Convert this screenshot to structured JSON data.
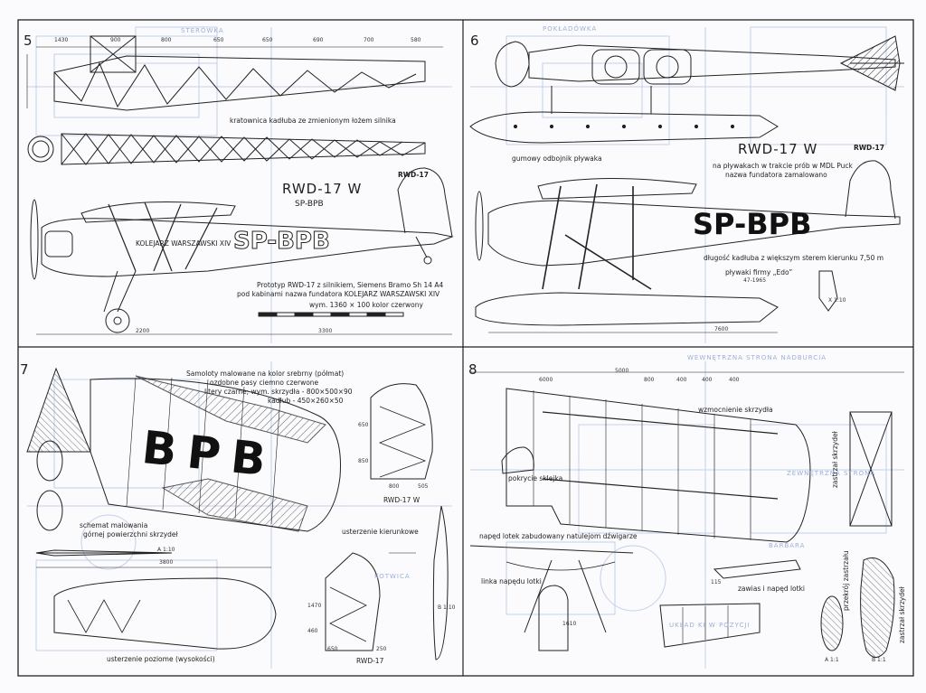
{
  "colors": {
    "ink": "#1e1e1e",
    "blueprint": "#9ab0d8",
    "paper": "#fbfbfd",
    "frame": "#222222"
  },
  "panels": {
    "p5": {
      "number": "5",
      "caption_fuselage": "kratownica kadłuba ze zmienionym łożem silnika",
      "title": "RWD-17 W",
      "subtitle": "SP-BPB",
      "tail_tag": "RWD-17",
      "fuselage_name": "KOLEJARZ WARSZAWSKI XIV",
      "reg_large": "SP-BPB",
      "desc_1": "Prototyp RWD-17 z silnikiem, Siemens Bramo Sh 14 A4",
      "desc_2": "pod kabinami nazwa fundatora KOLEJARZ WARSZAWSKI XIV",
      "desc_3": "wym. 1360 × 100 kolor czerwony",
      "dims_top": [
        "1430",
        "900",
        "800",
        "650",
        "650",
        "690",
        "700",
        "580"
      ],
      "dims_bottom": [
        "2200",
        "3300"
      ]
    },
    "p6": {
      "number": "6",
      "caption_float": "gumowy odbojnik pływaka",
      "title": "RWD-17 W",
      "tail_tag": "RWD-17",
      "desc_1": "na pływakach w trakcie prób w MDL Puck",
      "desc_2": "nazwa fundatora zamalowano",
      "reg_large": "SP-BPB",
      "desc_3": "długość kadłuba z większym sterem kierunku 7,50 m",
      "desc_4": "pływaki firmy „Edo”",
      "desc_5": "47-1965",
      "section": "X 1:10",
      "dim_bottom": "7600"
    },
    "p7": {
      "number": "7",
      "paint_1": "Samoloty malowane na kolor srebrny (półmat)",
      "paint_2": "ozdobne pasy ciemno czerwone",
      "paint_3": "litery czarne; wym. skrzydła - 800×500×90",
      "paint_4": "kadłub - 450×260×50",
      "wing_reg": "BPB",
      "caption_scheme_1": "schemat malowania",
      "caption_scheme_2": "górnej powierzchni skrzydeł",
      "section_a": "A 1:10",
      "dim_span": "3800",
      "label_tail": "RWD-17 W",
      "label_rudder": "usterzenie kierunkowe",
      "label_stab": "usterzenie poziome (wysokości)",
      "label_rudder2": "RWD-17",
      "section_b": "B 1:10",
      "dims_tail": [
        "650",
        "800",
        "850",
        "505"
      ],
      "dims_rudder": [
        "650",
        "250",
        "1470",
        "460"
      ]
    },
    "p8": {
      "number": "8",
      "label_spars": "wzmocnienie skrzydła",
      "label_cover": "pokrycie sklejka",
      "label_aileron": "napęd lotek zabudowany natulejom dźwigarze",
      "label_cable": "linka napędu lotki",
      "label_hinge": "zawias i napęd lotki",
      "label_strut": "zastrzał skrzydeł",
      "label_profile": "przekrój zastrzału",
      "label_strut2": "zastrzał skrzydeł",
      "section_a": "A 1:1",
      "section_b": "B 1:1",
      "dim_x": "1610",
      "dim_115": "115",
      "dims_top": [
        "6000",
        "800",
        "400",
        "400",
        "400",
        "5000"
      ]
    }
  },
  "background_text": [
    "STERÓWKA",
    "POKŁADÓWKA",
    "WEWNĘTRZNA STRONA NADBURCIA",
    "UKŁAD KI W POZYCJI",
    "BARBARA",
    "KOTWICA",
    "ZEWNĘTRZNA STRONA"
  ]
}
